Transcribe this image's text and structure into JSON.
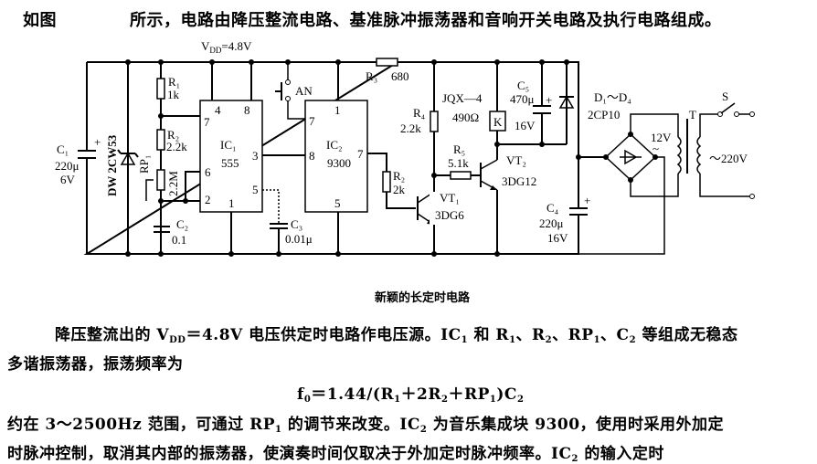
{
  "header": {
    "lead": "如图",
    "text": "所示，电路由降压整流电路、基准脉冲振荡器和音响开关电路及执行电路组成。"
  },
  "circuit": {
    "vdd": {
      "v": "V",
      "sub": "DD",
      "val": "=4.8V"
    },
    "c1": {
      "name": "C₁",
      "val": "220μ",
      "volt": "6V"
    },
    "dw": "DW  2CW53",
    "r1": {
      "name": "R₁",
      "val": "1k"
    },
    "r2": {
      "name": "R₂",
      "val": "2.2k"
    },
    "rp1": {
      "name": "RP₁",
      "val": "2.2M"
    },
    "c2": {
      "name": "C₂",
      "val": "0.1"
    },
    "ic1": {
      "name": "IC₁",
      "model": "555",
      "pins": [
        "4",
        "8",
        "7",
        "6",
        "2",
        "1",
        "3",
        "5"
      ]
    },
    "c3": {
      "name": "C₃",
      "val": "0.01μ"
    },
    "an": "AN",
    "ic2": {
      "name": "IC₂",
      "model": "9300",
      "pins": [
        "7",
        "1",
        "8",
        "7",
        "5"
      ]
    },
    "r3": {
      "name": "R₃",
      "val": "680"
    },
    "r2b": {
      "name": "R₂",
      "val": "2k"
    },
    "r4": {
      "name": "R₄",
      "val": "2.2k"
    },
    "relay": {
      "model": "JQX—4",
      "res": "490Ω",
      "k": "K"
    },
    "r5": {
      "name": "R₅",
      "val": "5.1k"
    },
    "vt1": {
      "name": "VT₁",
      "model": "3DG6"
    },
    "vt2": {
      "name": "VT₂",
      "model": "3DG12"
    },
    "c5": {
      "name": "C₅",
      "val": "470μ",
      "volt": "16V"
    },
    "c4": {
      "name": "C₄",
      "val": "220μ",
      "volt": "16V"
    },
    "bridge": {
      "name": "D₁～D₄",
      "model": "2CP10"
    },
    "transformer": {
      "name": "T",
      "sec": "12V",
      "pri": "～220V"
    },
    "switch": "S"
  },
  "caption": "新颖的长定时电路",
  "body": [
    [
      [
        "降压整流出的 V",
        0
      ],
      [
        "DD",
        1
      ],
      [
        "＝4.8V 电压供定时电路作电压源。IC",
        0
      ],
      [
        "1",
        1
      ],
      [
        " 和 R",
        0
      ],
      [
        "1",
        1
      ],
      [
        "、R",
        0
      ],
      [
        "2",
        1
      ],
      [
        "、RP",
        0
      ],
      [
        "1",
        1
      ],
      [
        "、C",
        0
      ],
      [
        "2",
        1
      ],
      [
        " 等组成无稳态",
        0
      ]
    ],
    [
      [
        "多谐振荡器，振荡频率为",
        0
      ]
    ],
    [
      [
        "f",
        0
      ],
      [
        "0",
        1
      ],
      [
        "＝1.44/(R",
        0
      ],
      [
        "1",
        1
      ],
      [
        "＋2R",
        0
      ],
      [
        "2",
        1
      ],
      [
        "＋RP",
        0
      ],
      [
        "1",
        1
      ],
      [
        ")C",
        0
      ],
      [
        "2",
        1
      ]
    ],
    [
      [
        "约在 3～2500Hz 范围，可通过 RP",
        0
      ],
      [
        "1",
        1
      ],
      [
        " 的调节来改变。IC",
        0
      ],
      [
        "2",
        1
      ],
      [
        " 为音乐集成块 9300，使用时采用外加定",
        0
      ]
    ],
    [
      [
        "时脉冲控制，取消其内部的振荡器，使演奏时间仅取决于外加定时脉冲频率。IC",
        0
      ],
      [
        "2",
        1
      ],
      [
        " 的输入定时",
        0
      ]
    ]
  ]
}
